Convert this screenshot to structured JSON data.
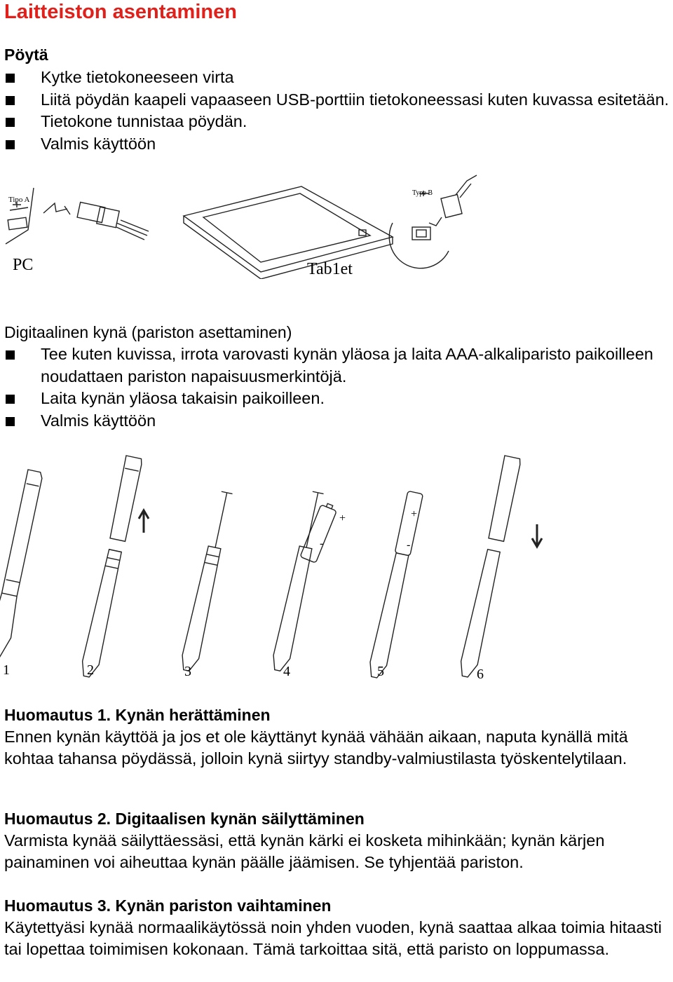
{
  "title": "Laitteiston asentaminen",
  "table_section": {
    "heading": "Pöytä",
    "bullets": [
      "Kytke tietokoneeseen virta",
      "Liitä pöydän kaapeli vapaaseen USB-porttiin tietokoneessasi kuten kuvassa esitetään.",
      "Tietokone tunnistaa pöydän.",
      "Valmis käyttöön"
    ],
    "figure": {
      "tipo_a": "Tipo A",
      "type_b": "Type B",
      "pc": "PC",
      "tablet": "Tab1et"
    }
  },
  "pen_section": {
    "heading": "Digitaalinen kynä (pariston asettaminen)",
    "bullets": [
      "Tee kuten kuvissa, irrota varovasti kynän yläosa ja laita AAA-alkaliparisto paikoilleen noudattaen pariston napaisuusmerkintöjä.",
      "Laita kynän yläosa takaisin paikoilleen.",
      "Valmis käyttöön"
    ],
    "steps": [
      "1",
      "2",
      "3",
      "4",
      "5",
      "6"
    ],
    "battery_plus": "+",
    "battery_minus": "-"
  },
  "notes": [
    {
      "heading": "Huomautus 1. Kynän herättäminen",
      "text": "Ennen kynän käyttöä ja jos et ole käyttänyt kynää vähään aikaan, naputa kynällä mitä kohtaa tahansa pöydässä, jolloin kynä siirtyy standby-valmiustilasta työskentelytilaan."
    },
    {
      "heading": "Huomautus 2. Digitaalisen kynän säilyttäminen",
      "text": "Varmista kynää säilyttäessäsi, että kynän kärki ei kosketa mihinkään; kynän kärjen painaminen voi aiheuttaa kynän päälle jäämisen. Se tyhjentää pariston."
    },
    {
      "heading": "Huomautus 3. Kynän pariston vaihtaminen",
      "text": "Käytettyäsi kynää normaalikäytössä noin yhden vuoden, kynä saattaa alkaa toimia hitaasti tai lopettaa toimimisen kokonaan. Tämä tarkoittaa sitä, että paristo on loppumassa."
    }
  ]
}
